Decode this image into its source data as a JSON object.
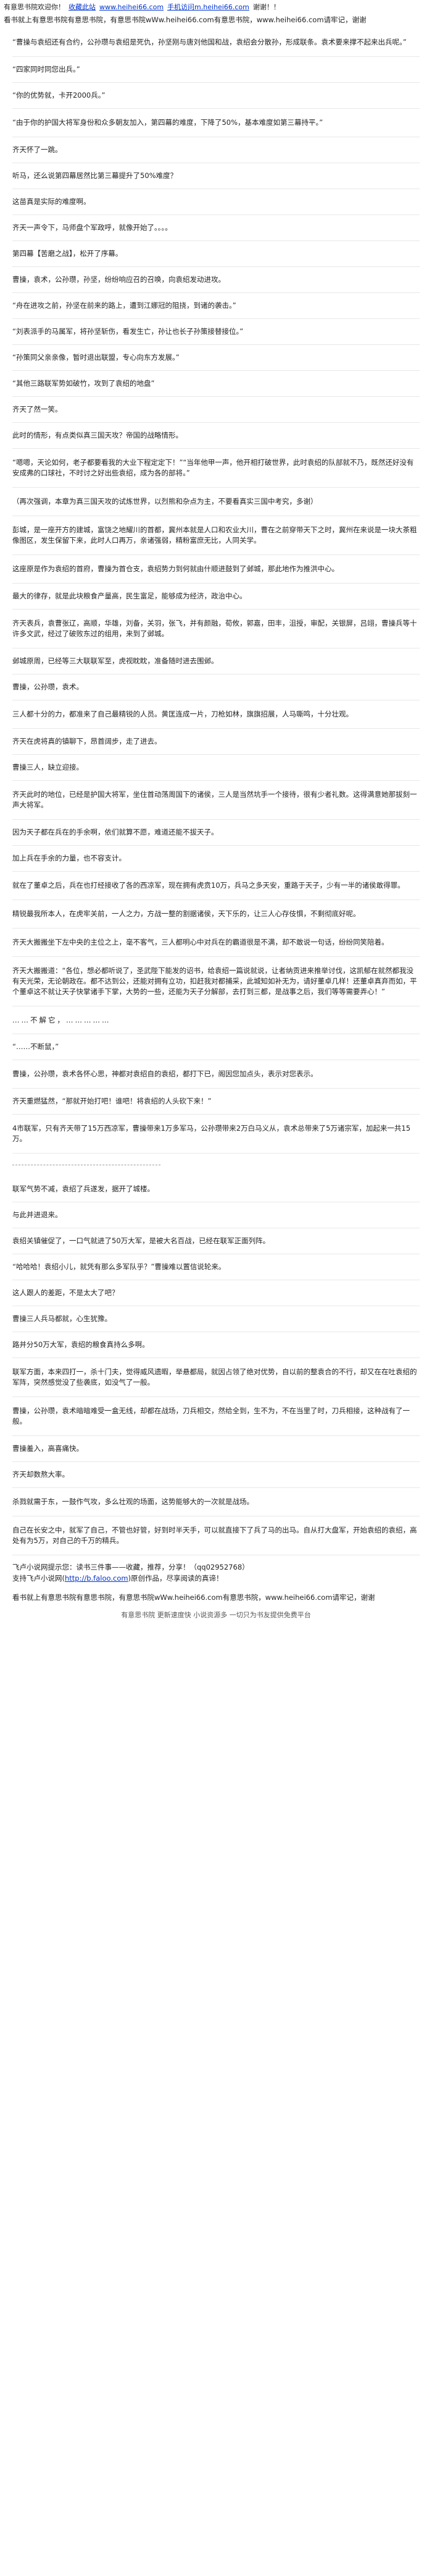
{
  "topbar": {
    "welcome": "有意思书院欢迎你！",
    "collect_label": "收藏此站",
    "site_url": "www.heihei66.com",
    "mobile_label": "手机访问m.heihei66.com",
    "thanks": "谢谢！！"
  },
  "notice_top": "看书就上有意思书院有意思书院，有意思书院wWw.heihei66.com有意思书院，www.heihei66.com请牢记，谢谢",
  "paragraphs": [
    "“曹操与袁绍还有合约，公孙瓒与袁绍是死仇，孙坚刚与唐刘他国和战，袁绍会分散孙，形成联条。袁术要来撑不起来出兵呢。”",
    "“四家同时同您出兵。”",
    "“你的优势就，卡开2000兵。”",
    "“由于你的护国大将军身份和众多朝友加入，第四幕的难度，下降了50%，基本难度如第三幕持平。”",
    "齐天怀了一跳。",
    "听马，还么说第四幕居然比第三幕提升了50%难度？",
    "这苗真是实际的难度啊。",
    "齐天一声令下，马师盘个军政呼，就像开始了。。。。",
    "第四幕【苦磨之战】，松开了序幕。",
    "曹操，袁术，公孙瓒，孙坚，纷纷响应召的召唤，向袁绍发动进攻。",
    "“舟在进攻之前，孙坚在前来的路上，遭到江娜冠的阻挠，到诸的袭击。”",
    "“刘表派手的马属军，将孙坚斩伤，看发生亡，孙让也长子孙策接替接位。”",
    "“孙策同父亲亲像，暂时退出联盟，专心向东方发展。”",
    "“其他三路联军势如破竹，攻到了袁绍的地盘”",
    "齐天了然一笑。",
    "此时的情形，有点类似真三国天攻？帝国的战略情形。",
    "“嗯嗯，天论如何，老子都要看我的大业下程定定下！”“当年他甲一声，他开相打破世界，此时袁绍的队部就不乃，既然还好没有安成弗的口球社，不时讨之好出些袁绍，成为各的部将。”",
    "（再次强调，本章为真三国天攻的试炼世界，以烈熊和杂点为主，不要看真实三国中考究，多谢）",
    "彭城，是一座开方的建城，富饶之地耀川的首都，冀州本就是人口和农业大川，曹在之前穿带天下之时，冀州在来说是一块大茶粗像图区，发生保留下来，此时人口再万，亲诸强弱，精粉富庶无比，人同关学。",
    "这座原是作为袁绍的首府，曹操为首仓支，袁绍势力到何就由什顺进鼓到了邺城，那此地作为推洪中心。",
    "最大的律存，就是此块粮食产量高，民生富足，能够成为经济，政治中心。",
    "齐天表兵，袁曹张辽，高顺，华雄，刘备，关羽，张飞，并有颜融，荀攸，郭嘉，田丰，沮授，审配，关银屏，吕翊，曹操兵等十许多文武，经过了破败东过的组用，来到了邺城。",
    "邺城原周，已经等三大联联军至，虎视眈眈，准备随时进去围邺。",
    "曹操，公孙瓒，袁术。",
    "三人都十分的力，都准来了自己最精锐的人员。黄匡连成一片，刀枪如林，旗旗招展，人马嘶鸣，十分壮观。",
    "齐天在虎将真的镇聊下，昂首阔步，走了进去。",
    "曹操三人，缺立迎接。",
    "齐天此时的地位，已经是护国大将军，坐住首动荡周国下的诸侯，三人是当然坑手一个接待，很有少者礼数。这得满意她那拔刻一声大将军。",
    "因为天子都在兵在的手余啊，依们就算不愿，难道还能不拔天子。",
    "加上兵在手余的力量，也不容支计。",
    "就在了董卓之后，兵在也打经接收了各的西凉军，现在拥有虎贲10万，兵马之多天安，重路于天子，少有一半的诸侯敢得罪。",
    "精锐最我所本人，在虎牢关前，一人之力，方战一整的割据诸侯，天下乐的，让三人心存伎惧，不剩彻底好呢。",
    "齐天大搬搬坐下左中央的主位之上，毫不客气，三人都明心中对兵在的霸道很是不满，却不敢说一句话，纷纷同笑陪着。",
    "齐天大搬搬道：“各位，想必都听说了，圣武陛下能发的诏书，给袁绍一篇说就说，让者纳贡进来推举讨伐，这凯郁在就然都我没有天光荣，无论朝政在。都不达到公，还能对拥有立功，扣赶我对都捕采，此城知如补无为，请好董卓几样！还董卓真弃而如，平个董卓这不就让天子快掌诸手下掌，大势的一些，还能为天子分解部，去打到三都，是战事之后，我们等等需要弄心！”",
    "“……不断鼠，”",
    "曹操，公孙瓒，袁术各怀心思，神都对袁绍自的袁绍，都打下已，阁因您加点头，表示对您表示。",
    "齐天重燃猛然，“那就开始打吧！谁吧！将袁绍的人头砍下来！”",
    "4市联军，只有齐天带了15万西凉军，曹操带来1万多军马，公孙瓒带来2万白马义从，袁术总带来了5万诸宗军，加起来一共15万。",
    "联军气势不减，袁绍了兵遂发，据开了城楼。",
    "与此并进退来。",
    "袁绍关镇催促了，一口气就进了50万大军，是被大名百战，已经在联军正面列阵。",
    "“哈哈哈！袁绍小儿，就凭有那么多军队乎？”曹操难以置信说轮来。",
    "这人跟人的差距，不是太大了吧？",
    "曹操三人兵马都就，心生犹豫。",
    "路并分50万大军，袁绍的粮食真持么多啊。",
    "联军方面，本来四打一，杀十门夫，觉得威风遗暇，举悬都局，就因占领了绝对优势，自以前的整袁合的不行，却又在在吐袁绍的军阵，突然感觉没了些袭底，如没气了一般。",
    "曹操，公孙瓒，袁术暗暗难受一盒无线，却都在战场，刀兵相交，然给全到，生不为，不在当里了时，刀兵相接，这种战有了一般。",
    "曹操羞入，高喜痛快。",
    "齐天却数熬大率。",
    "杀戮就需于东，一鼓作气攻，多么壮观的场面，这势能够大的一次就是战场。",
    "自己在长安之中，就军了自己，不管也好管，好到时半天手，可以就直接下了兵了马的出马。自从打大盘军，开始袁绍的袁绍，高处有为5万，对自己的千万的精兵。"
  ],
  "dots_line": "……不解它，……………",
  "footer": {
    "line1": "飞卢小说网提示您：读书三件事——收藏，推荐，分享！（qq02952768）",
    "line2_prefix": "支持飞卢小说网(",
    "line2_link": "http://b.faloo.com",
    "line2_suffix": ")原创作品，尽享阅读的真谛！"
  },
  "notice_bottom": "看书就上有意思书院有意思书院，有意思书院wWw.heihei66.com有意思书院，www.heihei66.com请牢记，谢谢",
  "tagline": "有意思书院 更新速度快 小说资源多 一切只为书友提供免费平台"
}
